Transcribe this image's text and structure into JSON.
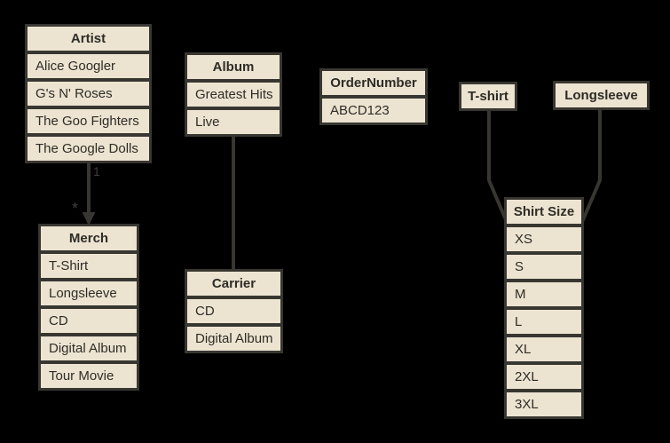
{
  "theme": {
    "background": "#000000",
    "box_fill": "#ece4d1",
    "line_color": "#383630",
    "text_color": "#2e2c26",
    "label_color": "#403e37"
  },
  "entities": {
    "artist": {
      "title": "Artist",
      "rows": [
        "Alice Googler",
        "G's N' Roses",
        "The Goo Fighters",
        "The Google Dolls"
      ]
    },
    "merch": {
      "title": "Merch",
      "rows": [
        "T-Shirt",
        "Longsleeve",
        "CD",
        "Digital Album",
        "Tour Movie"
      ]
    },
    "album": {
      "title": "Album",
      "rows": [
        "Greatest Hits",
        "Live"
      ]
    },
    "carrier": {
      "title": "Carrier",
      "rows": [
        "CD",
        "Digital Album"
      ]
    },
    "order_number": {
      "title": "OrderNumber",
      "rows": [
        "ABCD123"
      ]
    },
    "tshirt": {
      "title": "T-shirt"
    },
    "longsleeve": {
      "title": "Longsleeve"
    },
    "shirt_size": {
      "title": "Shirt Size",
      "rows": [
        "XS",
        "S",
        "M",
        "L",
        "XL",
        "2XL",
        "3XL"
      ]
    }
  },
  "connectors": {
    "artist_to_merch": {
      "from": "Artist",
      "to": "Merch",
      "source_multiplicity": "1",
      "target_multiplicity": "*"
    },
    "album_to_carrier": {
      "from": "Album",
      "to": "Carrier"
    },
    "tshirt_to_shirt_size": {
      "from": "T-shirt",
      "to": "Shirt Size"
    },
    "longsleeve_to_shirt_size": {
      "from": "Longsleeve",
      "to": "Shirt Size"
    }
  }
}
